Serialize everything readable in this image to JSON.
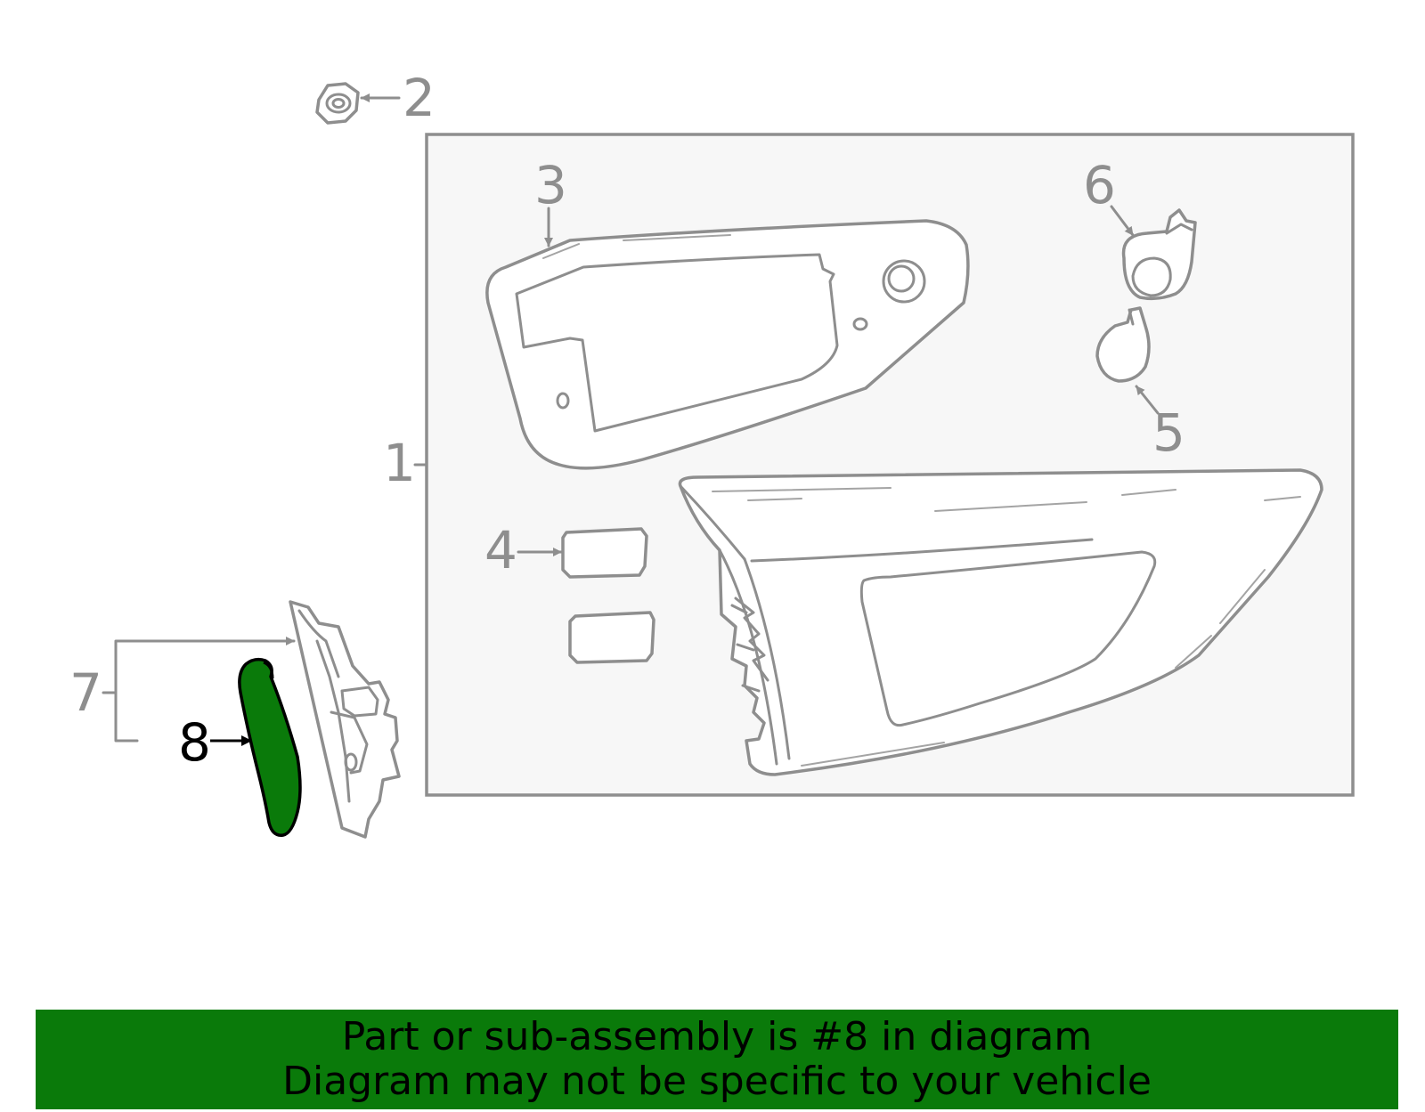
{
  "callouts": {
    "c1": "1",
    "c2": "2",
    "c3": "3",
    "c4": "4",
    "c5": "5",
    "c6": "6",
    "c7": "7",
    "c8": "8"
  },
  "highlighted_part": "8",
  "banner": {
    "line1": "Part or sub-assembly is #8 in diagram",
    "line2": "Diagram may not be specific to your vehicle"
  },
  "colors": {
    "highlight": "#0a7a0a",
    "line": "#8e8e8e",
    "box_fill": "#f7f7f7"
  }
}
